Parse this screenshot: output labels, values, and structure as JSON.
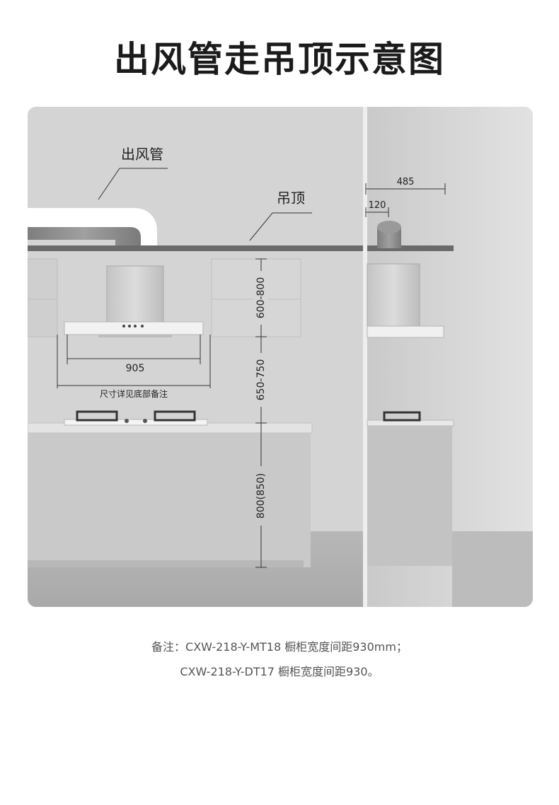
{
  "title": "出风管走吊顶示意图",
  "labels": {
    "duct": "出风管",
    "ceiling": "吊顶",
    "hood_width": "905",
    "size_note": "尺寸详见底部备注",
    "height_hood": "600-800",
    "height_gap": "650-750",
    "height_counter": "800(850)",
    "side_depth": "485",
    "side_duct": "120"
  },
  "notes": {
    "line1": "备注：CXW-218-Y-MT18 橱柜宽度间距930mm；",
    "line2": "CXW-218-Y-DT17 橱柜宽度间距930。"
  },
  "colors": {
    "dimension_line": "#333333",
    "ceiling_bar": "#6a6a6a",
    "duct": "#8e8e8e"
  }
}
